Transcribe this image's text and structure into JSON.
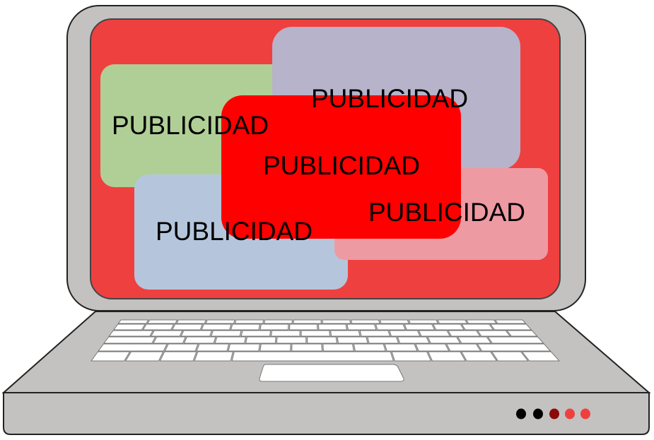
{
  "ads": [
    {
      "id": "green",
      "label": "PUBLICIDAD",
      "color": "#b0cf96"
    },
    {
      "id": "blue",
      "label": "PUBLICIDAD",
      "color": "#b5c6dc"
    },
    {
      "id": "purple",
      "label": "PUBLICIDAD",
      "color": "#b7b3ca"
    },
    {
      "id": "pink",
      "label": "PUBLICIDAD",
      "color": "#ee9aa3"
    },
    {
      "id": "red",
      "label": "PUBLICIDAD",
      "color": "#ff0000"
    }
  ],
  "colors": {
    "body": "#c3c2c1",
    "screen": "#ef4040",
    "outline": "#222222",
    "keys": "#ffffff"
  },
  "indicator_lights": [
    "#000000",
    "#000000",
    "#8b0a0a",
    "#ef4040",
    "#ef4040"
  ]
}
